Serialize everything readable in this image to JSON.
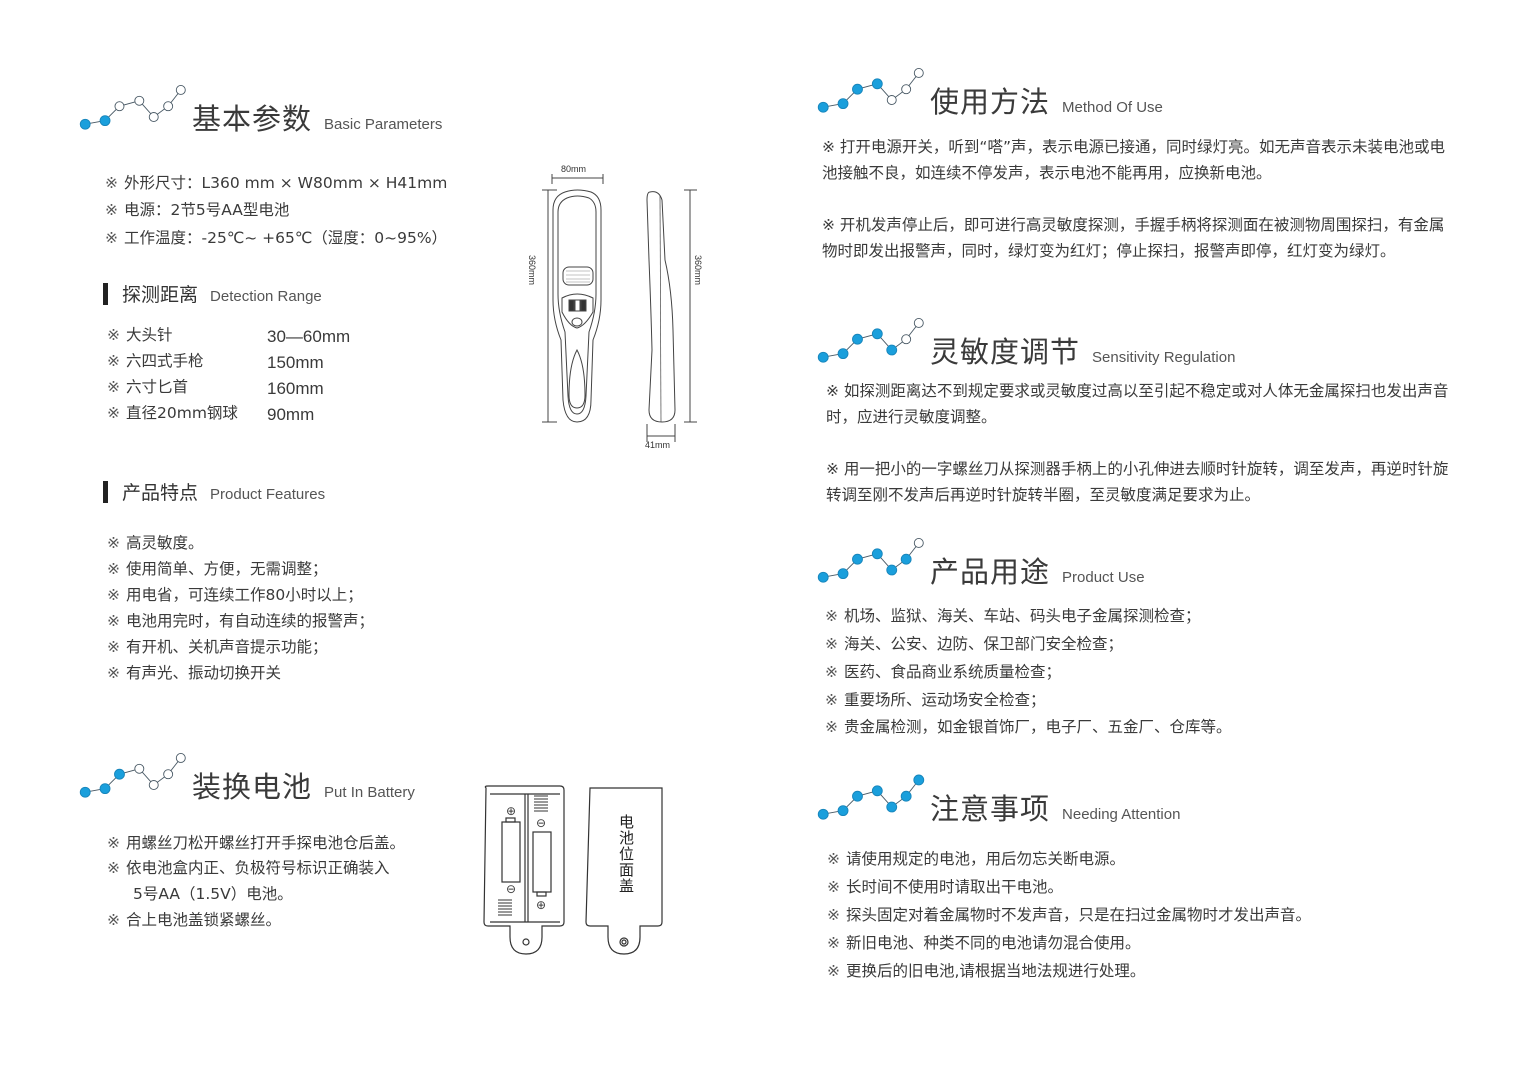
{
  "colors": {
    "accent": "#1a9fdc",
    "text": "#3a3a3a",
    "line": "#555555"
  },
  "basic_parameters": {
    "title_zh": "基本参数",
    "title_en": "Basic Parameters",
    "icon_filled_count": 2,
    "items": [
      "外形尺寸：L360 mm × W80mm × H41mm",
      "电源：2节5号AA型电池",
      "工作温度：-25℃~ +65℃（湿度：0~95%）"
    ]
  },
  "detection_range": {
    "title_zh": "探测距离",
    "title_en": "Detection Range",
    "rows": [
      {
        "object": "大头针",
        "distance": "30—60mm"
      },
      {
        "object": "六四式手枪",
        "distance": "150mm"
      },
      {
        "object": "六寸匕首",
        "distance": "160mm"
      },
      {
        "object": "直径20mm钢球",
        "distance": "90mm"
      }
    ]
  },
  "product_features": {
    "title_zh": "产品特点",
    "title_en": "Product Features",
    "items": [
      "高灵敏度。",
      "使用简单、方便，无需调整；",
      "用电省，可连续工作80小时以上；",
      "电池用完时，有自动连续的报警声；",
      "有开机、关机声音提示功能；",
      "有声光、振动切换开关"
    ]
  },
  "put_in_battery": {
    "title_zh": "装换电池",
    "title_en": "Put In Battery",
    "icon_filled_count": 3,
    "items": [
      "用螺丝刀松开螺丝打开手探电池仓后盖。",
      "依电池盒内正、负极符号标识正确装入",
      "合上电池盖锁紧螺丝。"
    ],
    "continuation": "5号AA（1.5V）电池。"
  },
  "device_diagram": {
    "width_label": "80mm",
    "length_label_front": "360mm",
    "length_label_side": "360mm",
    "depth_label": "41mm"
  },
  "battery_diagram": {
    "cover_label": "电池位面盖",
    "plus": "⊕",
    "minus": "⊖"
  },
  "method_of_use": {
    "title_zh": "使用方法",
    "title_en": "Method Of Use",
    "icon_filled_count": 4,
    "paragraphs": [
      "※ 打开电源开关，听到“嗒”声，表示电源已接通，同时绿灯亮。如无声音表示未装电池或电池接触不良，如连续不停发声，表示电池不能再用，应换新电池。",
      "※ 开机发声停止后，即可进行高灵敏度探测，手握手柄将探测面在被测物周围探扫，有金属物时即发出报警声，同时，绿灯变为红灯；停止探扫，报警声即停，红灯变为绿灯。"
    ]
  },
  "sensitivity_regulation": {
    "title_zh": "灵敏度调节",
    "title_en": "Sensitivity Regulation",
    "icon_filled_count": 5,
    "paragraphs": [
      "※ 如探测距离达不到规定要求或灵敏度过高以至引起不稳定或对人体无金属探扫也发出声音时，应进行灵敏度调整。",
      "※ 用一把小的一字螺丝刀从探测器手柄上的小孔伸进去顺时针旋转，调至发声，再逆时针旋转调至刚不发声后再逆时针旋转半圈，至灵敏度满足要求为止。"
    ]
  },
  "product_use": {
    "title_zh": "产品用途",
    "title_en": "Product Use",
    "icon_filled_count": 6,
    "items": [
      "机场、监狱、海关、车站、码头电子金属探测检查；",
      "海关、公安、边防、保卫部门安全检查；",
      "医药、食品商业系统质量检查；",
      "重要场所、运动场安全检查；",
      "贵金属检测，如金银首饰厂，电子厂、五金厂、仓库等。"
    ]
  },
  "needing_attention": {
    "title_zh": "注意事项",
    "title_en": "Needing Attention",
    "icon_filled_count": 7,
    "items": [
      "请使用规定的电池，用后勿忘关断电源。",
      "长时间不使用时请取出干电池。",
      "探头固定对着金属物时不发声音，只是在扫过金属物时才发出声音。",
      "新旧电池、种类不同的电池请勿混合使用。",
      "更换后的旧电池,请根据当地法规进行处理。"
    ]
  },
  "bullet_mark": "※"
}
